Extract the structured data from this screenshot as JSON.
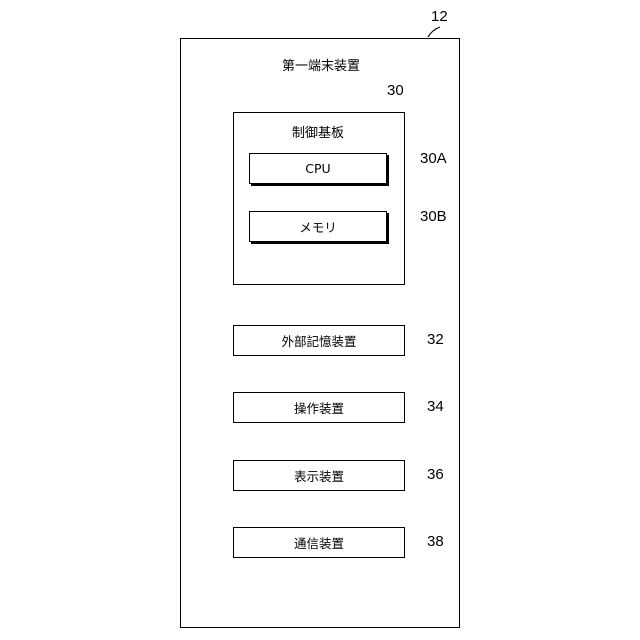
{
  "device": {
    "ref": "12",
    "title": "第一端末装置"
  },
  "control_board": {
    "ref": "30",
    "title": "制御基板",
    "cpu": {
      "label": "CPU",
      "ref": "30A"
    },
    "memory": {
      "label": "メモリ",
      "ref": "30B"
    }
  },
  "components": [
    {
      "label": "外部記憶装置",
      "ref": "32"
    },
    {
      "label": "操作装置",
      "ref": "34"
    },
    {
      "label": "表示装置",
      "ref": "36"
    },
    {
      "label": "通信装置",
      "ref": "38"
    }
  ]
}
